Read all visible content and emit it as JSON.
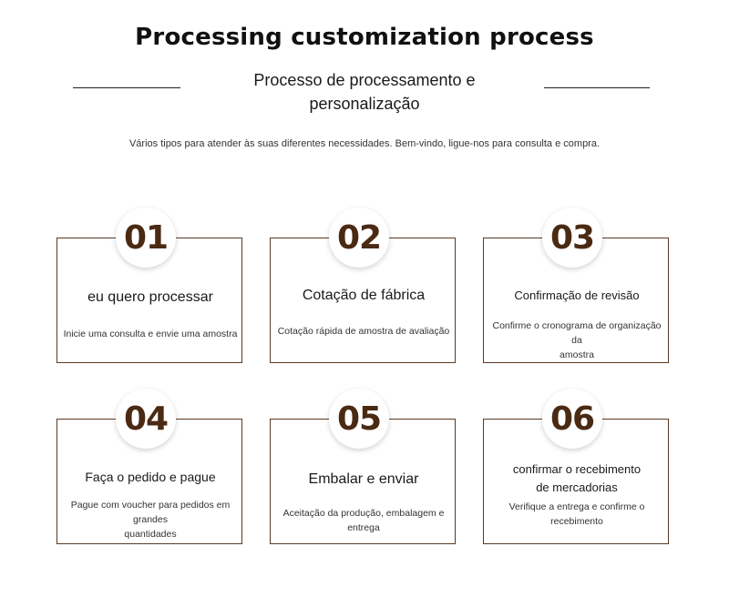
{
  "header": {
    "title": "Processing customization process",
    "subtitle_line1": "Processo de processamento e",
    "subtitle_line2": "personalização",
    "intro": "Vários tipos para atender às suas diferentes necessidades. Bem-vindo, ligue-nos para consulta e compra."
  },
  "colors": {
    "accent_brown": "#4a2a12",
    "border_brown": "#5a3a22"
  },
  "steps": [
    {
      "number": "01",
      "title": "eu quero processar",
      "desc_line1": "Inicie uma consulta e envie uma amostra",
      "desc_line2": ""
    },
    {
      "number": "02",
      "title": "Cotação de fábrica",
      "desc_line1": "Cotação rápida de amostra de avaliação",
      "desc_line2": ""
    },
    {
      "number": "03",
      "title": "Confirmação de revisão",
      "desc_line1": "Confirme o cronograma de organização da",
      "desc_line2": "amostra"
    },
    {
      "number": "04",
      "title": "Faça o pedido e pague",
      "desc_line1": "Pague com voucher para pedidos em grandes",
      "desc_line2": "quantidades"
    },
    {
      "number": "05",
      "title": "Embalar e enviar",
      "desc_line1": "Aceitação da produção, embalagem e entrega",
      "desc_line2": ""
    },
    {
      "number": "06",
      "title_line1": "confirmar o recebimento",
      "title_line2": "de mercadorias",
      "desc_line1": "Verifique a entrega e confirme o",
      "desc_line2": "recebimento"
    }
  ]
}
